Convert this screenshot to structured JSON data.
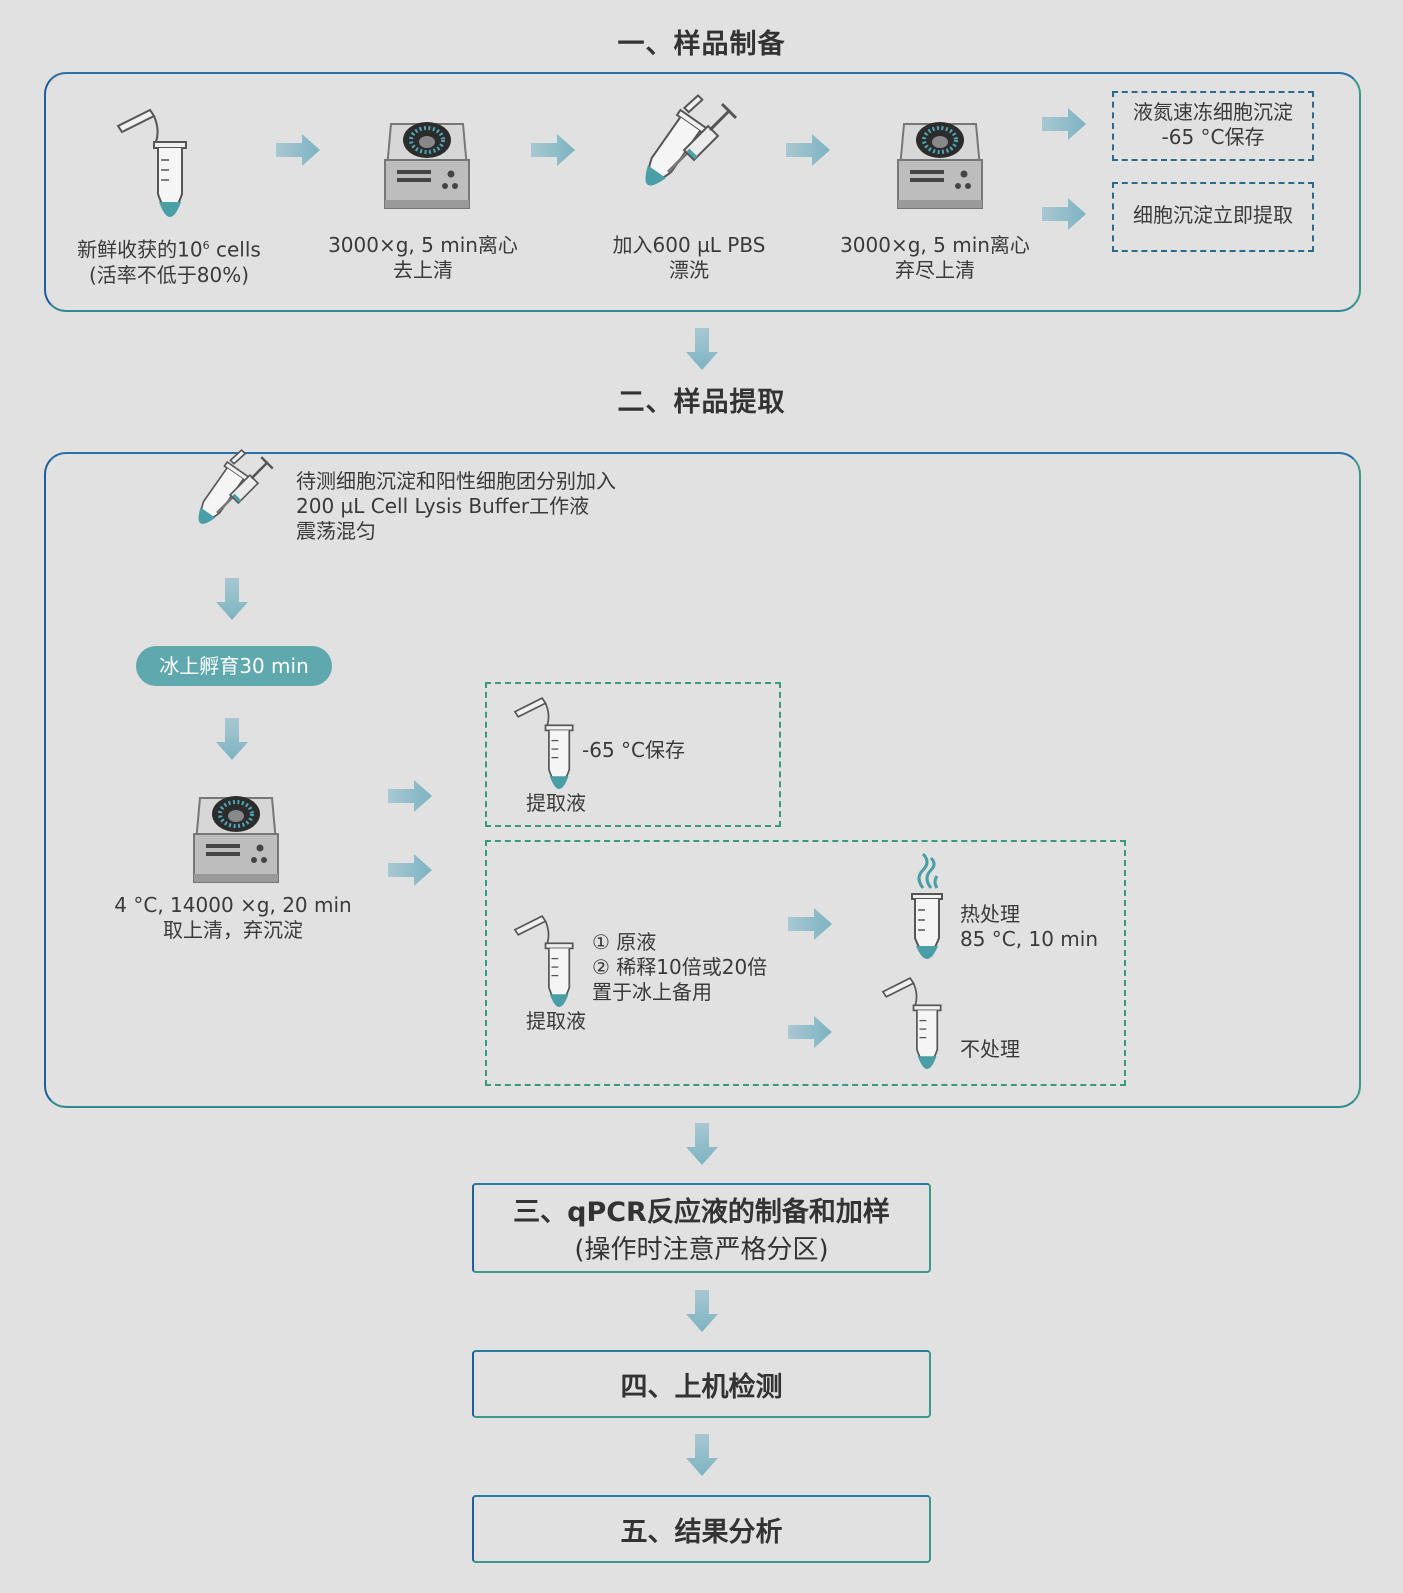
{
  "section1": {
    "title": "一、样品制备",
    "steps": [
      {
        "line1": "新鲜收获的10",
        "sup": "6",
        "line1_tail": " cells",
        "line2": "(活率不低于80%)"
      },
      {
        "line1": "3000×g, 5 min离心",
        "line2": "去上清"
      },
      {
        "line1": "加入600 µL PBS",
        "line2": "漂洗"
      },
      {
        "line1": "3000×g, 5 min离心",
        "line2": "弃尽上清"
      }
    ],
    "options": [
      {
        "line1": "液氮速冻细胞沉淀",
        "line2": "-65 °C保存"
      },
      {
        "line1": "细胞沉淀立即提取"
      }
    ]
  },
  "section2": {
    "title": "二、样品提取",
    "add_step": {
      "line1": "待测细胞沉淀和阳性细胞团分别加入",
      "line2": "200 µL Cell Lysis Buffer工作液",
      "line3": "震荡混匀"
    },
    "incubate": "冰上孵育30 min",
    "centrifuge": {
      "line1": "4 °C, 14000 ×g, 20 min",
      "line2": "取上清，弃沉淀"
    },
    "store_box": {
      "store_label": "-65 °C保存",
      "tube_label": "提取液"
    },
    "process_box": {
      "options": {
        "line1": "① 原液",
        "line2": "② 稀释10倍或20倍",
        "line3": "置于冰上备用"
      },
      "tube_label": "提取液",
      "heat": {
        "line1": "热处理",
        "line2": "85 °C, 10 min"
      },
      "none": "不处理"
    }
  },
  "section3": {
    "line1": "三、qPCR反应液的制备和加样",
    "line2": "(操作时注意严格分区)"
  },
  "section4": {
    "title": "四、上机检测"
  },
  "section5": {
    "title": "五、结果分析"
  },
  "colors": {
    "arrow": "#8ab8c6",
    "liquid": "#4a9ea6",
    "panel_border": "#2e7fa0",
    "pill": "#5fa8ad",
    "background": "#e1e1e1"
  }
}
